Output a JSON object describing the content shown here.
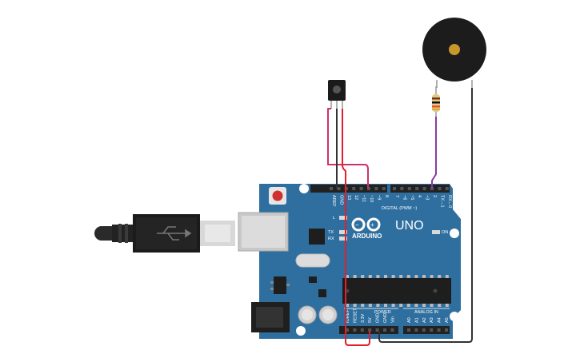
{
  "board": {
    "brand": "ARDUINO",
    "model": "UNO",
    "digital_header": "DIGITAL (PWM ~)",
    "power_header": "POWER",
    "analog_header": "ANALOG IN",
    "led_on": "ON",
    "led_l": "L",
    "led_tx": "TX",
    "led_rx": "RX",
    "top_pins_left": [
      "AREF",
      "GND",
      "13",
      "12",
      "~11",
      "~10",
      "~9",
      "8"
    ],
    "top_pins_right": [
      "7",
      "~6",
      "~5",
      "4",
      "~3",
      "2",
      "TX→1",
      "RX←0"
    ],
    "power_pins": [
      "IOREF",
      "RESET",
      "3.3V",
      "5V",
      "GND",
      "GND",
      "Vin"
    ],
    "analog_pins": [
      "A0",
      "A1",
      "A2",
      "A3",
      "A4",
      "A5"
    ]
  },
  "colors": {
    "board": "#2f6f9f",
    "wire_red": "#e0202a",
    "wire_pink": "#d0306e",
    "wire_purple": "#8a3a9c",
    "wire_black": "#333333"
  }
}
